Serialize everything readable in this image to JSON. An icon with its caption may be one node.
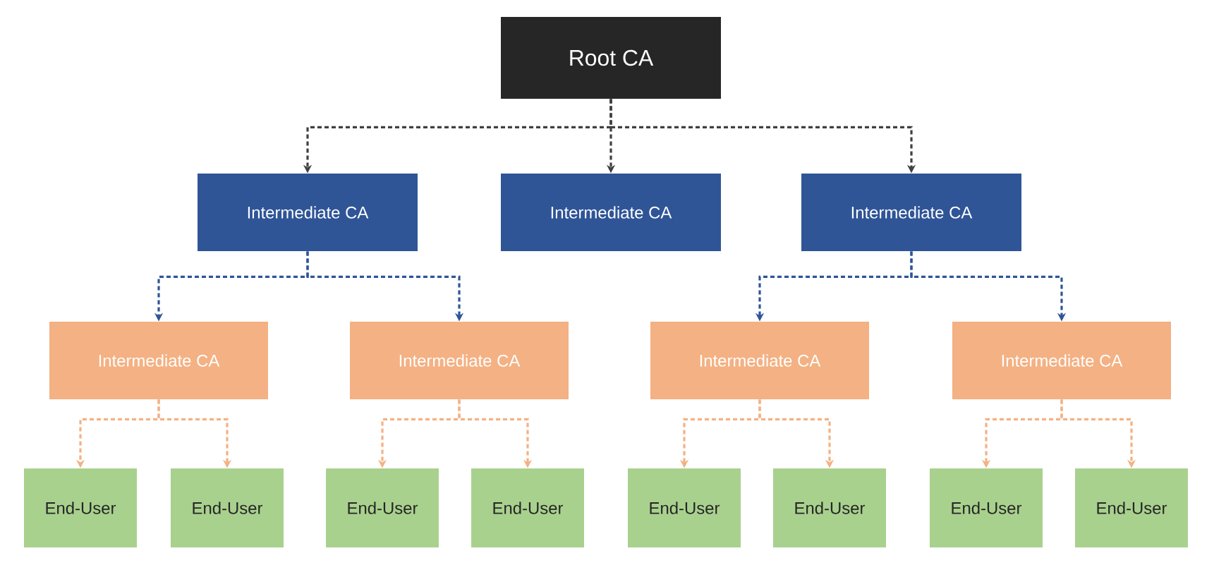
{
  "diagram": {
    "nodes": [
      {
        "text": [
          "Root CA"
        ]
      },
      {
        "text": [
          "Intermediate CA"
        ]
      },
      {
        "text": [
          "Intermediate CA"
        ]
      },
      {
        "text": [
          "Intermediate CA"
        ]
      },
      {
        "text": [
          "Intermediate CA"
        ]
      },
      {
        "text": [
          "Intermediate CA"
        ]
      },
      {
        "text": [
          "Intermediate CA"
        ]
      },
      {
        "text": [
          "Intermediate CA"
        ]
      },
      {
        "text": [
          "End-User"
        ]
      },
      {
        "text": [
          "End-User"
        ]
      },
      {
        "text": [
          "End-User"
        ]
      },
      {
        "text": [
          "End-User"
        ]
      },
      {
        "text": [
          "End-User"
        ]
      },
      {
        "text": [
          "End-User"
        ]
      },
      {
        "text": [
          "End-User"
        ]
      },
      {
        "text": [
          "End-User"
        ]
      }
    ],
    "edges": [
      {
        "from": 0,
        "to": 1,
        "arrow": "to",
        "style": "dashed",
        "color": "#404040"
      },
      {
        "from": 0,
        "to": 2,
        "arrow": "to",
        "style": "dashed",
        "color": "#404040"
      },
      {
        "from": 0,
        "to": 3,
        "arrow": "to",
        "style": "dashed",
        "color": "#404040"
      },
      {
        "from": 1,
        "to": 4,
        "arrow": "to",
        "style": "dashed",
        "color": "#2f5597"
      },
      {
        "from": 1,
        "to": 5,
        "arrow": "to",
        "style": "dashed",
        "color": "#2f5597"
      },
      {
        "from": 3,
        "to": 6,
        "arrow": "to",
        "style": "dashed",
        "color": "#2f5597"
      },
      {
        "from": 3,
        "to": 7,
        "arrow": "to",
        "style": "dashed",
        "color": "#2f5597"
      },
      {
        "from": 4,
        "to": 8,
        "arrow": "to",
        "style": "dashed"
      },
      {
        "from": 4,
        "to": 9,
        "arrow": "to",
        "style": "dashed"
      },
      {
        "from": 5,
        "to": 10,
        "arrow": "to",
        "style": "dashed"
      },
      {
        "from": 5,
        "to": 11,
        "arrow": "to",
        "style": "dashed"
      },
      {
        "from": 6,
        "to": 12,
        "arrow": "to",
        "style": "dashed"
      },
      {
        "from": 6,
        "to": 13,
        "arrow": "to",
        "style": "dashed"
      },
      {
        "from": 7,
        "to": 14,
        "arrow": "to",
        "style": "dashed"
      },
      {
        "from": 7,
        "to": 15,
        "arrow": "to",
        "style": "dashed"
      }
    ]
  }
}
